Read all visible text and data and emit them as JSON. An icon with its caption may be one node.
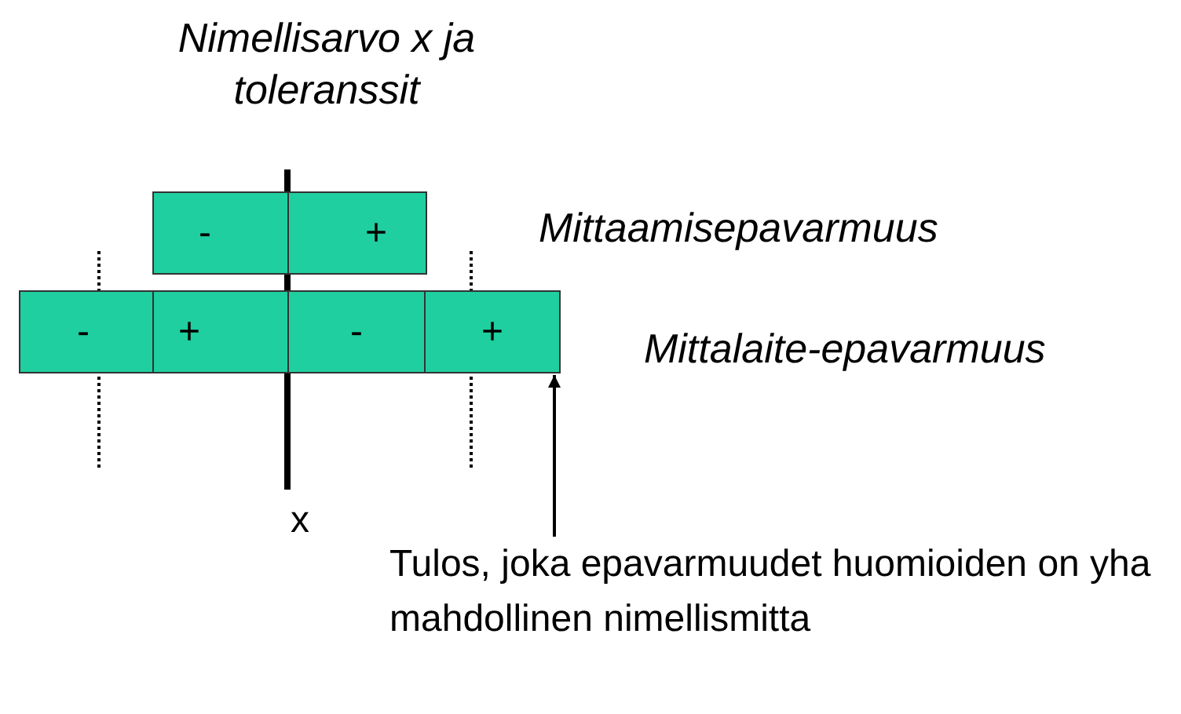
{
  "diagram": {
    "title": "Nimellisarvo x ja toleranssit",
    "nodes": [
      {
        "text": [
          "-"
        ]
      },
      {
        "text": [
          "+"
        ]
      },
      {
        "text": [
          "-"
        ]
      },
      {
        "text": [
          "+"
        ]
      },
      {
        "text": [
          "-"
        ]
      },
      {
        "text": [
          "+"
        ]
      },
      {
        "text": [
          "Tulos, joka epavarmuudet huomioiden on yha mahdollinen nimellismitta"
        ]
      }
    ],
    "edges": [
      {
        "from": 6,
        "to": 5,
        "arrow": "to"
      }
    ],
    "labels": [
      "Mittaamisepavarmuus",
      "Mittalaite-epavarmuus",
      "x"
    ]
  }
}
